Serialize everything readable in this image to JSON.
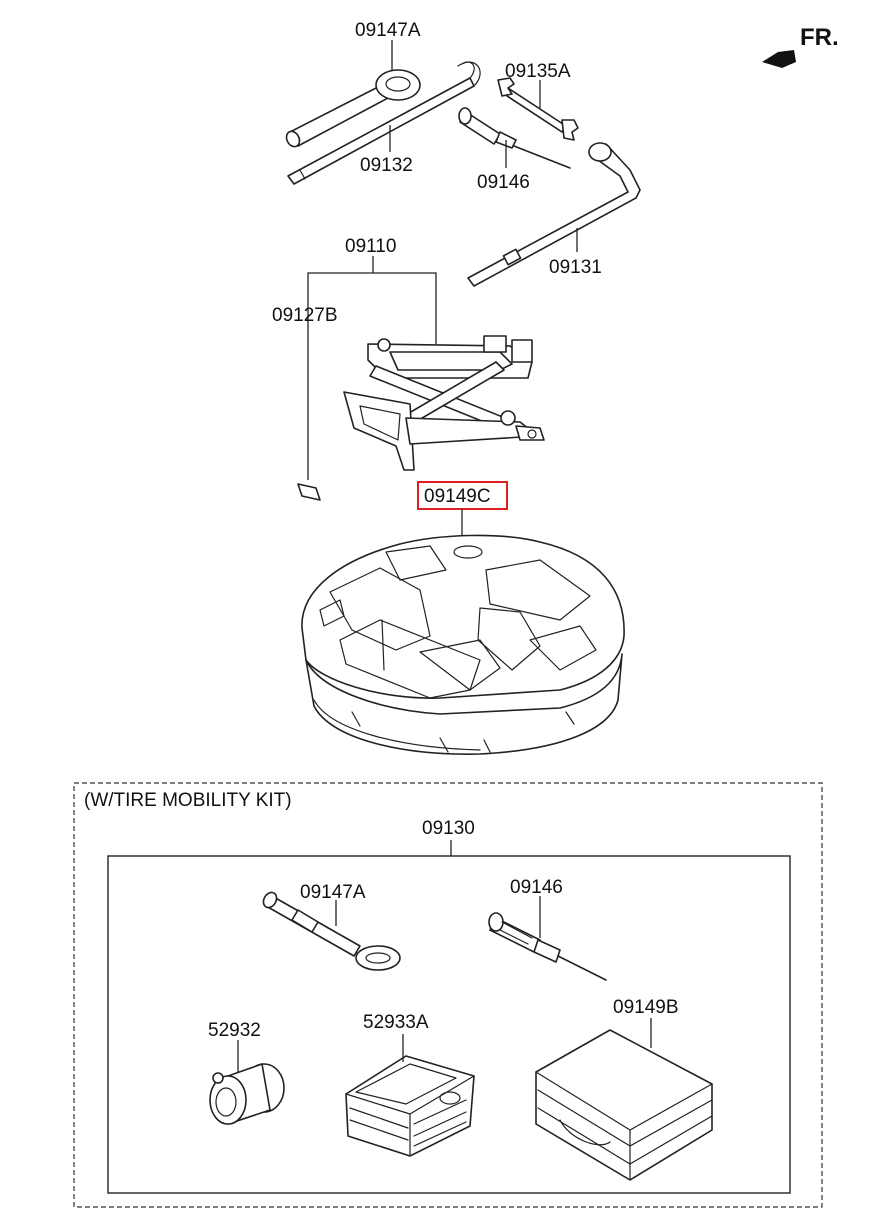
{
  "orientation": {
    "label": "FR."
  },
  "parts": {
    "p09147A_top": "09147A",
    "p09135A": "09135A",
    "p09132": "09132",
    "p09146_top": "09146",
    "p09131": "09131",
    "p09110": "09110",
    "p09127B": "09127B",
    "p09149C": "09149C"
  },
  "highlight": {
    "part": "09149C",
    "color": "#e02020"
  },
  "kit": {
    "title": "(W/TIRE MOBILITY KIT)",
    "assembly": "09130",
    "p09147A": "09147A",
    "p09146": "09146",
    "p09149B": "09149B",
    "p52932": "52932",
    "p52933A": "52933A"
  }
}
